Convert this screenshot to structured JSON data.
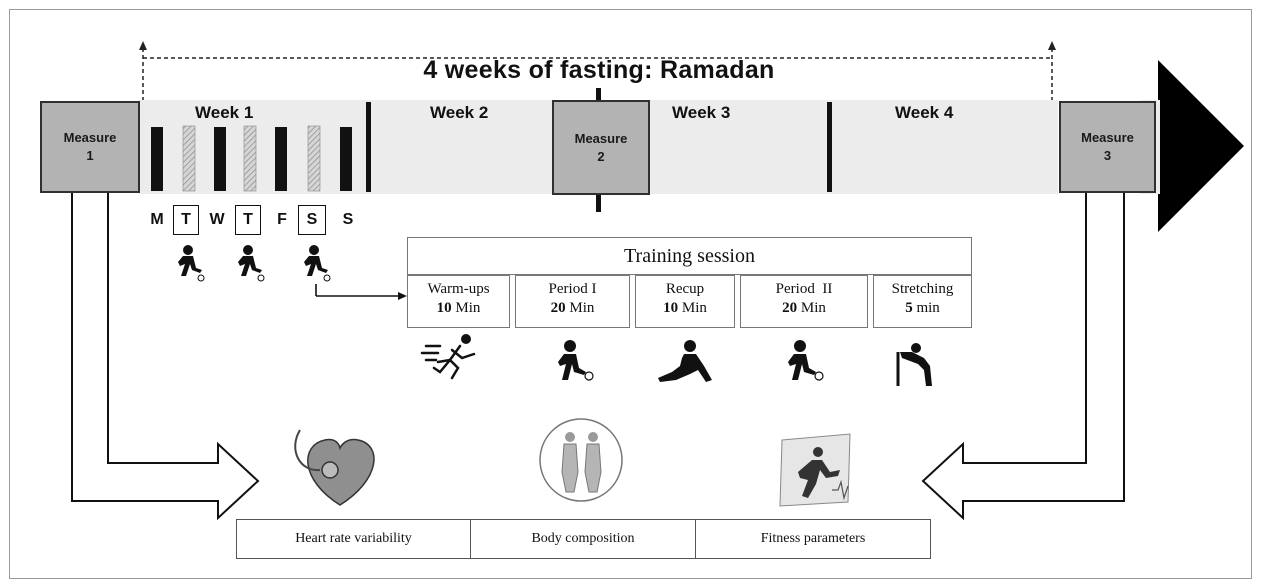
{
  "timeline": {
    "title": "4 weeks of fasting: Ramadan",
    "weeks": [
      "Week 1",
      "Week 2",
      "Week 3",
      "Week 4"
    ]
  },
  "measures": [
    {
      "label": "Measure",
      "number": "1"
    },
    {
      "label": "Measure",
      "number": "2"
    },
    {
      "label": "Measure",
      "number": "3"
    }
  ],
  "days": [
    {
      "letter": "M",
      "training": false
    },
    {
      "letter": "T",
      "training": true
    },
    {
      "letter": "W",
      "training": false
    },
    {
      "letter": "T",
      "training": true
    },
    {
      "letter": "F",
      "training": false
    },
    {
      "letter": "S",
      "training": true
    },
    {
      "letter": "S",
      "training": false
    }
  ],
  "training_session": {
    "title": "Training session",
    "phases": [
      {
        "name": "Warm-ups",
        "duration": "10",
        "unit": "Min",
        "icon": "sprinter-icon"
      },
      {
        "name": "Period I",
        "duration": "20",
        "unit": "Min",
        "icon": "soccer-player-icon"
      },
      {
        "name": "Recup",
        "duration": "10",
        "unit": "Min",
        "icon": "resting-person-icon"
      },
      {
        "name": "Period  II",
        "duration": "20",
        "unit": "Min",
        "icon": "soccer-player-icon"
      },
      {
        "name": "Stretching",
        "duration": "5",
        "unit": "min",
        "icon": "stretching-person-icon"
      }
    ]
  },
  "outcomes": [
    {
      "label": "Heart rate variability",
      "icon": "heart-stethoscope-icon"
    },
    {
      "label": "Body composition",
      "icon": "body-silhouette-icon"
    },
    {
      "label": "Fitness parameters",
      "icon": "runner-icon"
    }
  ],
  "colors": {
    "measure_fill": "#b3b3b3",
    "timeline_band": "#ececec",
    "bar_dark": "#111111",
    "bar_hatched": "#c9c9c9"
  }
}
